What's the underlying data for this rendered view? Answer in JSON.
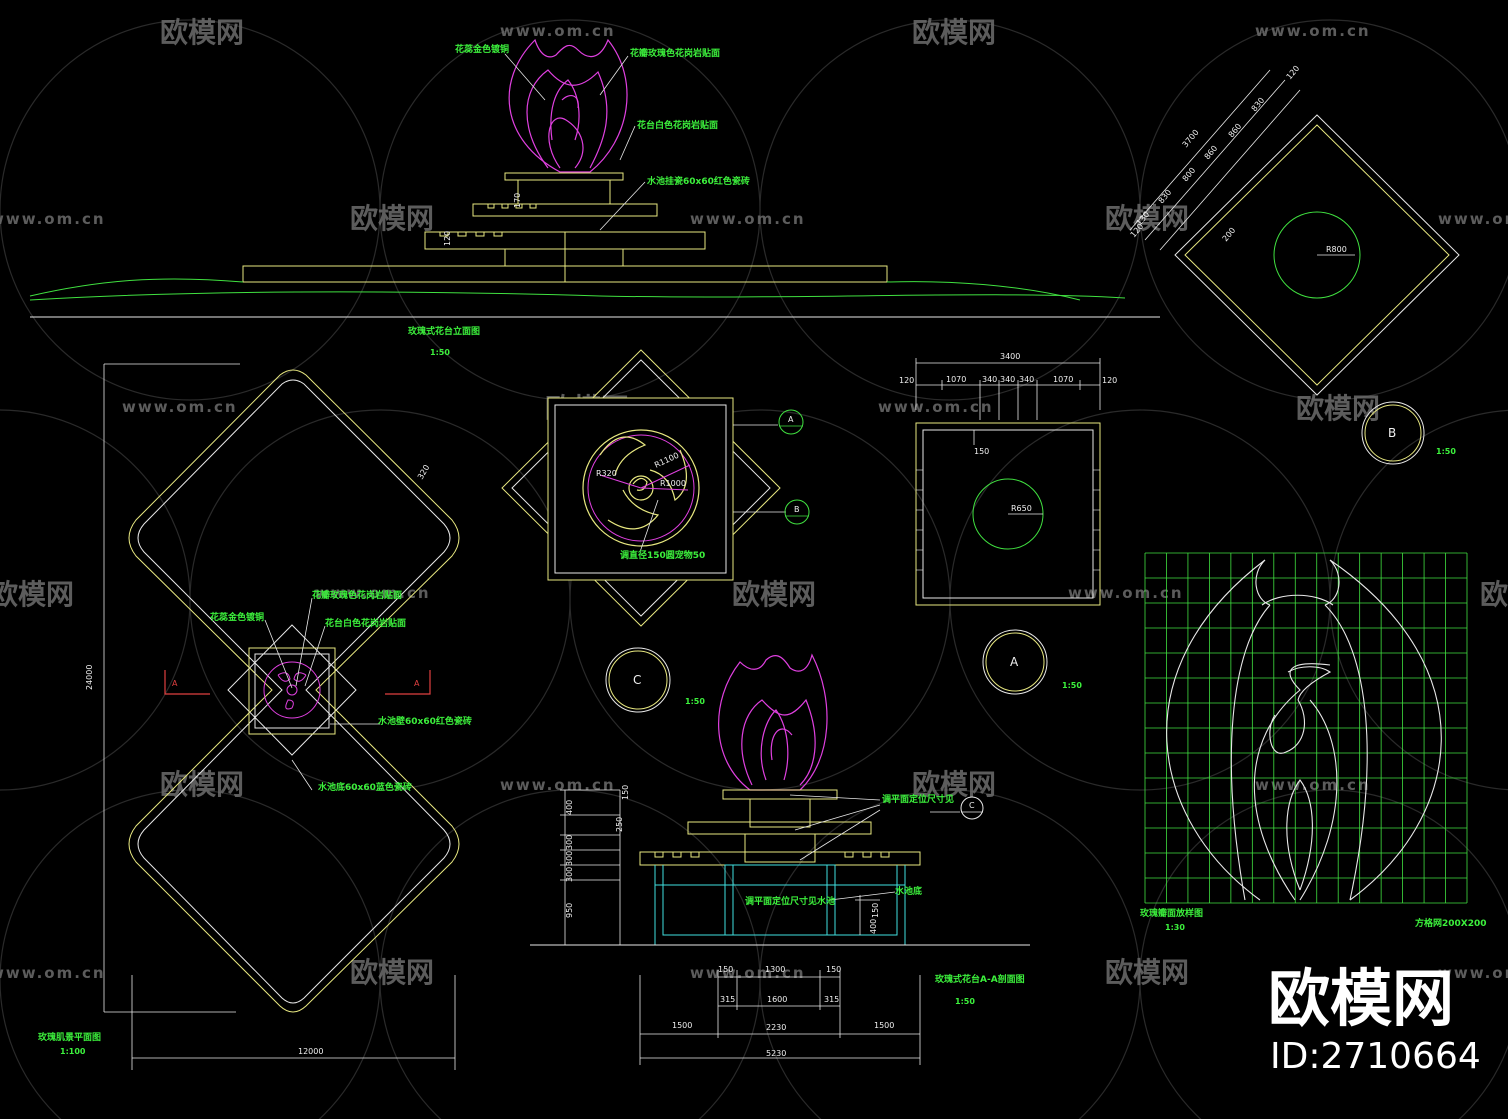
{
  "watermark": {
    "text": "欧模网",
    "url": "www.om.cn"
  },
  "brand": {
    "name": "欧模网",
    "id": "ID:2710664"
  },
  "elevation": {
    "labels": [
      "花蕊金色镀铜",
      "花瓣玫瑰色花岗岩贴面",
      "花台白色花岗岩贴面",
      "水池挂瓷60x60红色瓷砖"
    ],
    "dims": [
      "170",
      "120"
    ],
    "title": "玫瑰式花台立面图",
    "scale": "1:50"
  },
  "topRightPlan": {
    "dims": [
      "120",
      "3700",
      "830",
      "860",
      "860",
      "800",
      "830",
      "130",
      "120",
      "200"
    ],
    "radius": "R800",
    "circle": "B",
    "scale": "1:50"
  },
  "sitePlan": {
    "labels": [
      "花蕊金色镀铜",
      "花瓣玫瑰色花岗岩贴面",
      "花台白色花岗岩贴面",
      "水池壁60x60红色瓷砖",
      "水池底60x60蓝色瓷砖"
    ],
    "dims": [
      "24000",
      "12000",
      "320"
    ],
    "sectionMarks": [
      "A",
      "A"
    ],
    "title": "玫瑰肌景平面图",
    "scale": "1:100"
  },
  "planC": {
    "radii": [
      "R320",
      "R1100",
      "R1000"
    ],
    "label": "调直径150圆宠物50",
    "marks": [
      "A",
      "B"
    ],
    "circle": "C",
    "scale": "1:50"
  },
  "planA": {
    "dims": [
      "3400",
      "120",
      "1070",
      "340",
      "340",
      "340",
      "1070",
      "120",
      "150"
    ],
    "radius": "R650",
    "circle": "A",
    "scale": "1:50"
  },
  "section": {
    "leftDims": [
      "150",
      "400",
      "250",
      "300",
      "300",
      "300",
      "950"
    ],
    "notes": [
      "调平面定位尺寸见",
      "调平面定位尺寸见水池",
      "水池底"
    ],
    "markC": "C",
    "bottomDims": [
      "150",
      "1300",
      "150",
      "315",
      "1600",
      "315",
      "1500",
      "2230",
      "1500",
      "5230"
    ],
    "rightDims": [
      "150",
      "400"
    ],
    "title": "玫瑰式花台A-A剖面图",
    "scale": "1:50"
  },
  "grid": {
    "title": "玫瑰瓣面放样图",
    "scale": "1:30",
    "note": "方格网200X200"
  }
}
